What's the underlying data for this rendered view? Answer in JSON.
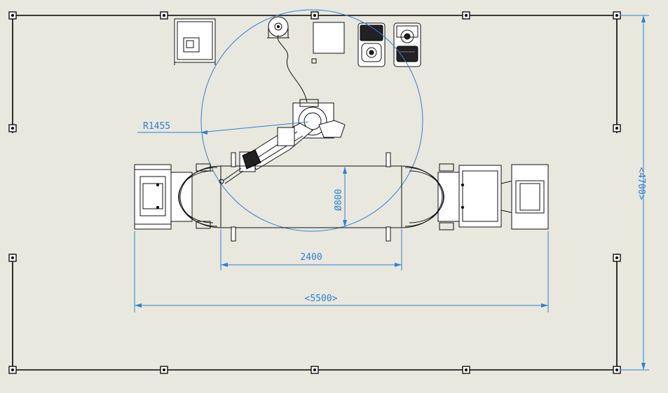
{
  "dimensions": {
    "reach_radius": "R1455",
    "drum_diameter": "Ø800",
    "drum_length": "2400",
    "overall_length": "<5500>",
    "overall_width": "<4700>"
  },
  "colors": {
    "background": "#e8e8de",
    "line": "#000000",
    "dimension": "#2f7fd6"
  },
  "components": [
    "fence-frame",
    "control-cabinet",
    "wire-spool",
    "teach-pendant-box",
    "welding-power-source",
    "wire-feeder-unit",
    "robot-arm",
    "positioner-headstock",
    "positioner-tailstock",
    "workpiece-drum"
  ]
}
